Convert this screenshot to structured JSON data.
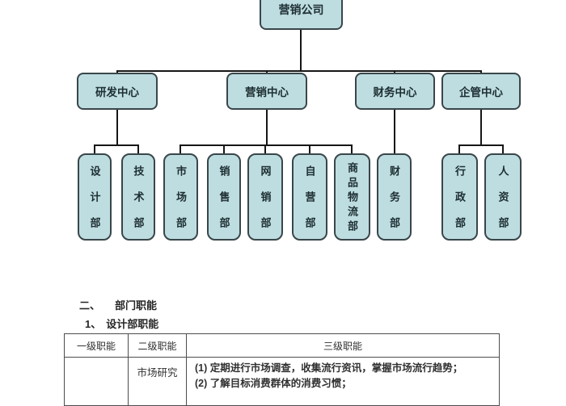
{
  "org_chart": {
    "root": {
      "label": "营销公司"
    },
    "centers": [
      {
        "label": "研发中心"
      },
      {
        "label": "营销中心"
      },
      {
        "label": "财务中心"
      },
      {
        "label": "企管中心"
      }
    ],
    "departments": [
      {
        "label": "设计部",
        "parent": "研发中心"
      },
      {
        "label": "技术部",
        "parent": "研发中心"
      },
      {
        "label": "市场部",
        "parent": "营销中心"
      },
      {
        "label": "销售部",
        "parent": "营销中心"
      },
      {
        "label": "网销部",
        "parent": "营销中心"
      },
      {
        "label": "自营部",
        "parent": "营销中心"
      },
      {
        "label": "商品物流部",
        "parent": "营销中心"
      },
      {
        "label": "财务部",
        "parent": "财务中心"
      },
      {
        "label": "行政部",
        "parent": "企管中心"
      },
      {
        "label": "人资部",
        "parent": "企管中心"
      }
    ],
    "colors": {
      "box_fill": "#bedde1",
      "box_border": "#39464a",
      "connector_line": "#161616"
    }
  },
  "sections": {
    "heading_number": "二、",
    "heading_text": "部门职能",
    "subheading_number": "1、",
    "subheading_text": "设计部职能"
  },
  "table": {
    "headers": [
      "一级职能",
      "二级职能",
      "三级职能"
    ],
    "rows": [
      {
        "level1": "",
        "level2": "市场研究",
        "level3_lines": [
          "(1) 定期进行市场调查，收集流行资讯，掌握市场流行趋势；",
          "(2) 了解目标消费群体的消费习惯；"
        ]
      }
    ]
  }
}
